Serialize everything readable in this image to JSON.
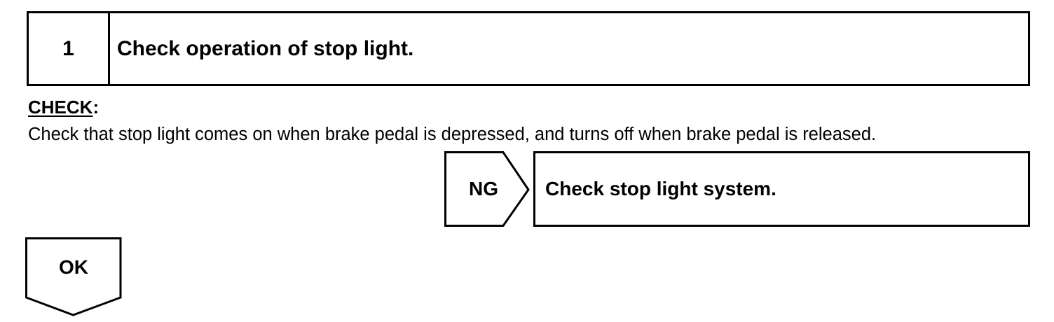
{
  "step": {
    "number": "1",
    "title": "Check operation of stop light."
  },
  "check": {
    "heading": "CHECK",
    "heading_suffix": ":",
    "text": "Check that stop light comes on when brake pedal is depressed, and turns off when brake pedal is released."
  },
  "ng": {
    "label": "NG",
    "action": "Check stop light system."
  },
  "ok": {
    "label": "OK"
  }
}
